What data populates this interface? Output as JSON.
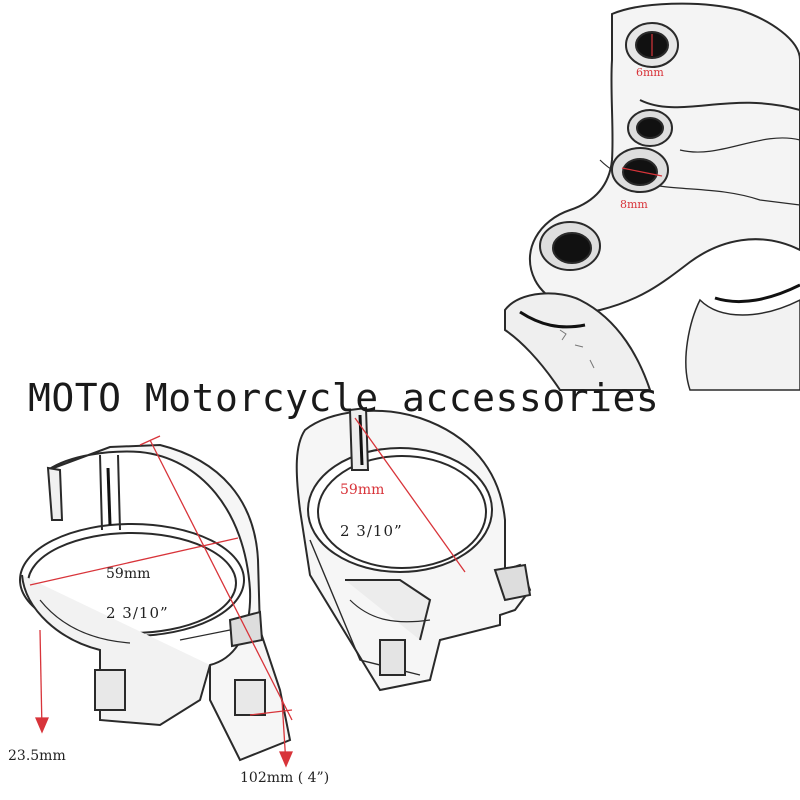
{
  "watermark": "MOTO Motorcycle accessories",
  "labels": {
    "hole_small": "6mm",
    "hole_large": "8mm",
    "right_diameter_mm": "59mm",
    "right_diameter_in": "2 3/10”",
    "left_diameter_mm": "59mm",
    "left_diameter_in": "2 3/10”",
    "height": "23.5mm",
    "length": "102mm ( 4”)"
  },
  "colors": {
    "dimension": "#d8343a",
    "outline": "#2a2a2a",
    "shade": "#9a9a9a"
  }
}
